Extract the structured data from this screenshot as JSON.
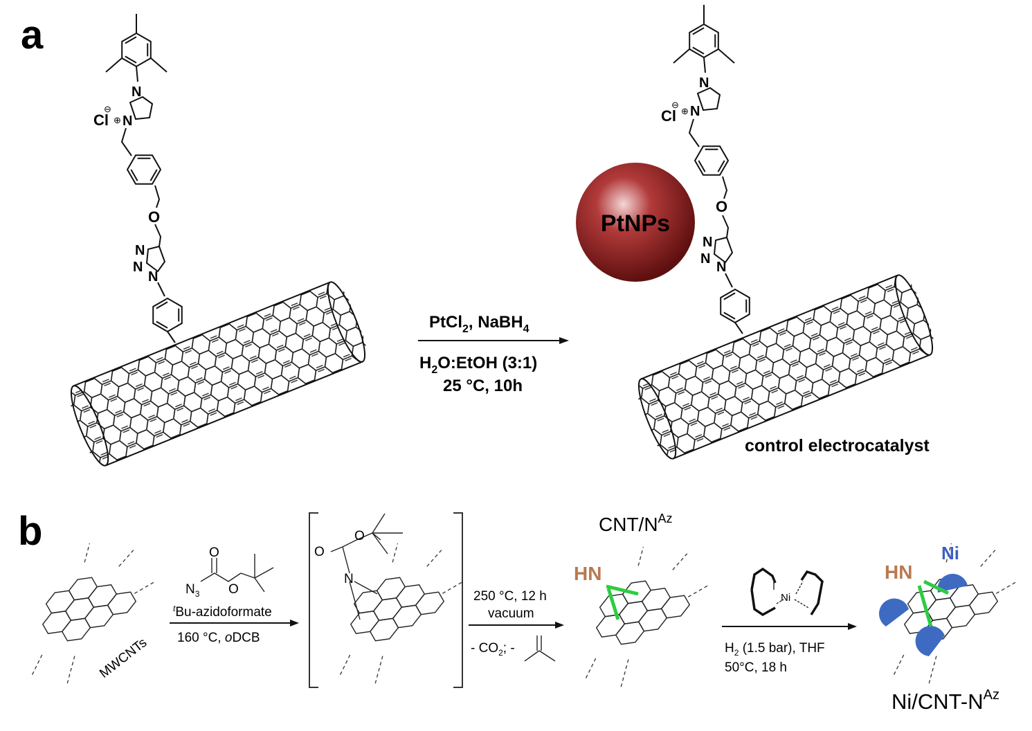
{
  "panel_a": {
    "label": "a",
    "start": {
      "cl": "Cl",
      "cl_charge": "⊖",
      "n_charge": "⊕",
      "n1": "N",
      "n2": "N",
      "o": "O",
      "triazole_n1": "N",
      "triazole_n2": "N",
      "triazole_n3": "N"
    },
    "reagents": {
      "line1_main": "PtCl",
      "line1_sub": "2",
      "line1_rest": ", NaBH",
      "line1_sub2": "4",
      "line2_h": "H",
      "line2_sub": "2",
      "line2_rest": "O:EtOH (3:1)",
      "line3": "25 °C, 10h"
    },
    "product": {
      "cl": "Cl",
      "cl_charge": "⊖",
      "n_charge": "⊕",
      "n1": "N",
      "n2": "N",
      "o": "O",
      "triazole_n1": "N",
      "triazole_n2": "N",
      "triazole_n3": "N",
      "particle_label": "PtNPs",
      "caption": "control electrocatalyst"
    },
    "colors": {
      "particle": "#8b1a1a"
    }
  },
  "panel_b": {
    "label": "b",
    "start_label": "MWCNTs",
    "azide": {
      "o1": "O",
      "n3": "N",
      "n3_sub": "3",
      "o2": "O"
    },
    "step1": {
      "line1_sup": "t",
      "line1": "Bu-azidoformate",
      "line2_a": "160 °C, ",
      "line2_i": "o",
      "line2_b": "DCB"
    },
    "intermediate": {
      "o1": "O",
      "o2": "O",
      "n": "N"
    },
    "step2": {
      "line1": "250 °C, 12 h",
      "line2": "vacuum",
      "line3_a": "- CO",
      "line3_sub": "2",
      "line3_b": "; -"
    },
    "cnt_label": {
      "main": "CNT/N",
      "sup": "Az"
    },
    "hn1": "HN",
    "step3": {
      "ni": "Ni",
      "line1_h": "H",
      "line1_sub": "2",
      "line1_rest": " (1.5 bar), THF",
      "line2": "50°C, 18 h"
    },
    "product": {
      "hn": "HN",
      "ni": "Ni",
      "label_main": "Ni/CNT-N",
      "label_sup": "Az"
    },
    "colors": {
      "hn": "#b87a50",
      "ni": "#3a5fc4",
      "ni_particle": "#3f6ac2",
      "bond": "#2ecc40"
    }
  }
}
